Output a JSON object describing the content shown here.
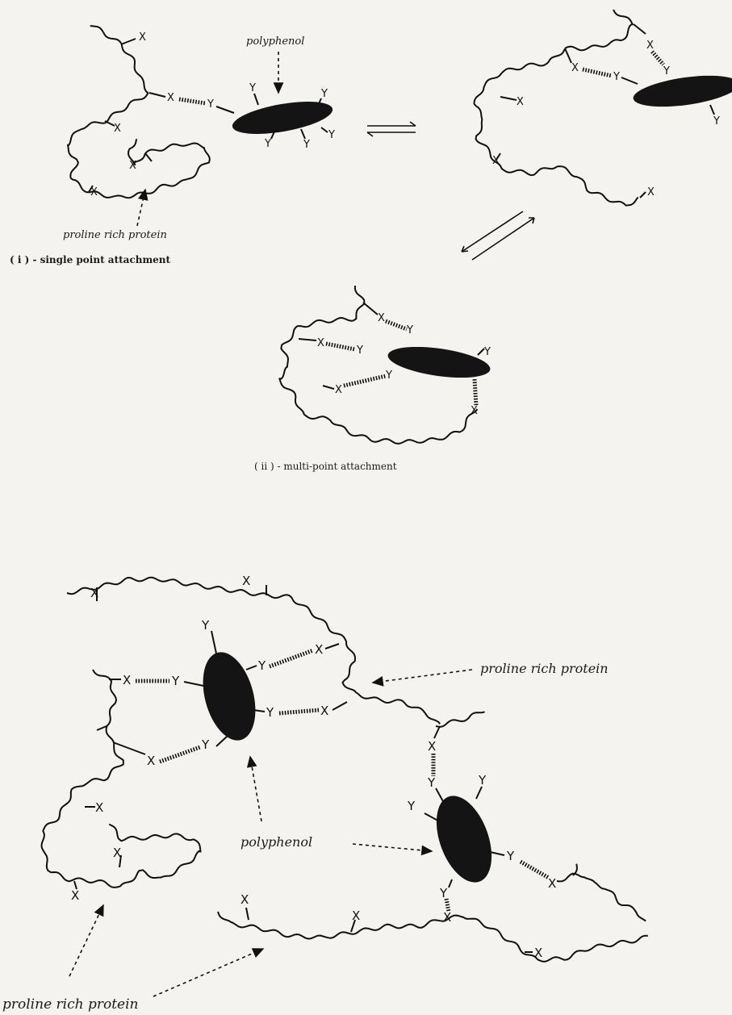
{
  "labels": {
    "polyphenol_top": "polyphenol",
    "proline_top": "proline rich protein",
    "single_point": "( i ) - single point attachment",
    "multi_point": "( ii ) - multi-point attachment",
    "proline_right": "proline rich protein",
    "polyphenol_bottom": "polyphenol",
    "proline_bottom": "proline rich protein"
  },
  "markers": {
    "donor": "X",
    "acceptor": "Y"
  },
  "colors": {
    "ink": "#111111",
    "background": "#f4f3ef"
  }
}
